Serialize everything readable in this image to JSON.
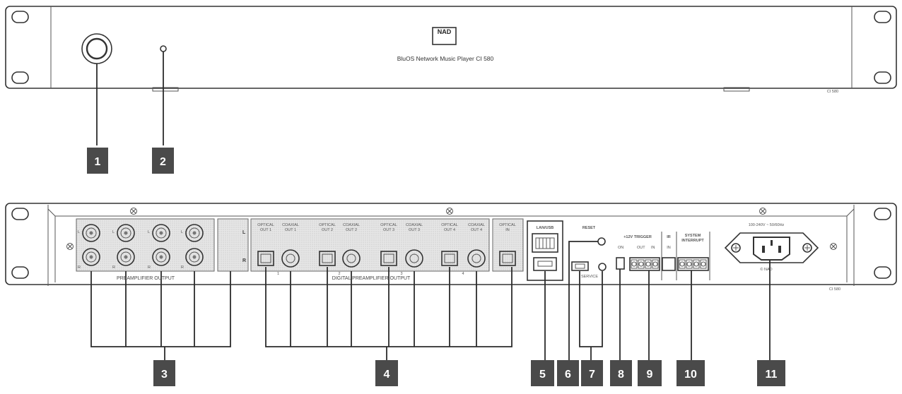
{
  "front_panel": {
    "logo": "NAD",
    "model_line": "BluOS Network Music Player CI 580",
    "corner_mark": "CI 580"
  },
  "rear_panel": {
    "preamp_label": "PREAMPLIFIER OUTPUT",
    "digital_label": "DIGITAL PREAMPLIFIER OUTPUT",
    "channel_L": "L",
    "channel_R": "R",
    "out_labels": [
      {
        "top": "OPTICAL",
        "bottom": "OUT 1"
      },
      {
        "top": "COAXIAL",
        "bottom": "OUT 1"
      },
      {
        "top": "OPTICAL",
        "bottom": "OUT 2"
      },
      {
        "top": "COAXIAL",
        "bottom": "OUT 2"
      },
      {
        "top": "OPTICAL",
        "bottom": "OUT 3"
      },
      {
        "top": "COAXIAL",
        "bottom": "OUT 3"
      },
      {
        "top": "OPTICAL",
        "bottom": "OUT 4"
      },
      {
        "top": "COAXIAL",
        "bottom": "OUT 4"
      }
    ],
    "out_numbers": [
      "1",
      "2",
      "3",
      "4"
    ],
    "optical_in": {
      "top": "OPTICAL",
      "bottom": "IN"
    },
    "lan_usb": "LAN/USB",
    "reset": "RESET",
    "service": "SERVICE",
    "trigger_title": "+12V TRIGGER",
    "trigger_on": "ON",
    "trigger_out": "OUT",
    "trigger_in": "IN",
    "ir_title": "IR",
    "ir_sub": "IN",
    "system_title": "SYSTEM",
    "interrupt_title": "INTERRUPT",
    "power_rating": "100-240V ~ 50/60Hz",
    "copyright": "© NAD"
  },
  "callouts": [
    "1",
    "2",
    "3",
    "4",
    "5",
    "6",
    "7",
    "8",
    "9",
    "10",
    "11"
  ]
}
